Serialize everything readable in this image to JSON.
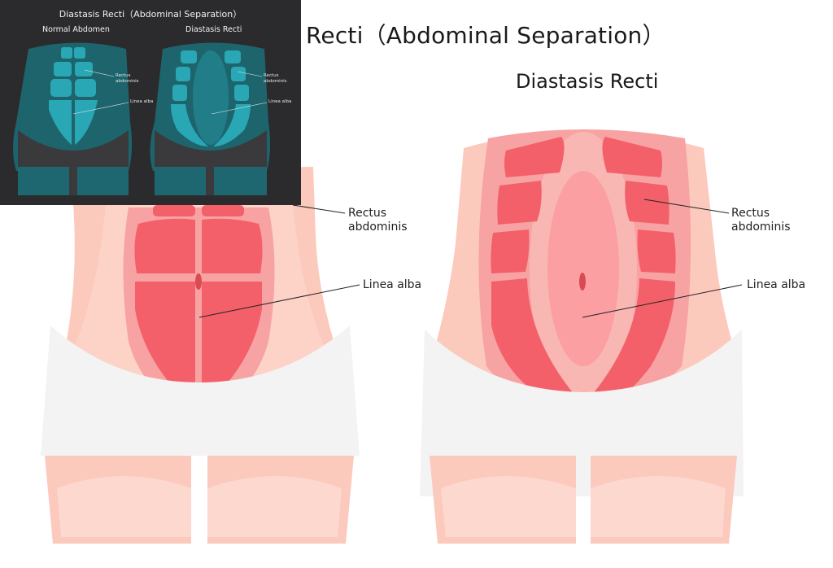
{
  "main_title": "Recti（Abdominal Separation）",
  "right_title": "Diastasis Recti",
  "labels": {
    "left_rectus_line1": "Rectus",
    "left_rectus_line2": "abdominis",
    "left_linea": "Linea alba",
    "right_rectus_line1": "Rectus",
    "right_rectus_line2": "abdominis",
    "right_linea": "Linea alba"
  },
  "inset": {
    "title": "Diastasis Recti（Abdominal Separation）",
    "left_title": "Normal Abdomen",
    "right_title": "Diastasis Recti",
    "left_rectus_line1": "Rectus",
    "left_rectus_line2": "abdominis",
    "left_linea": "Linea alba",
    "right_rectus_line1": "Rectus",
    "right_rectus_line2": "abdominis",
    "right_linea": "Linea alba"
  },
  "colors": {
    "skin": "#fcc9bd",
    "skin_light": "#fdd8cf",
    "muscle": "#f4606a",
    "muscle_light": "#f78c92",
    "underwear": "#f3f3f3",
    "inset_bg": "#2b2b2d",
    "inset_teal": "#2aa7b4"
  }
}
